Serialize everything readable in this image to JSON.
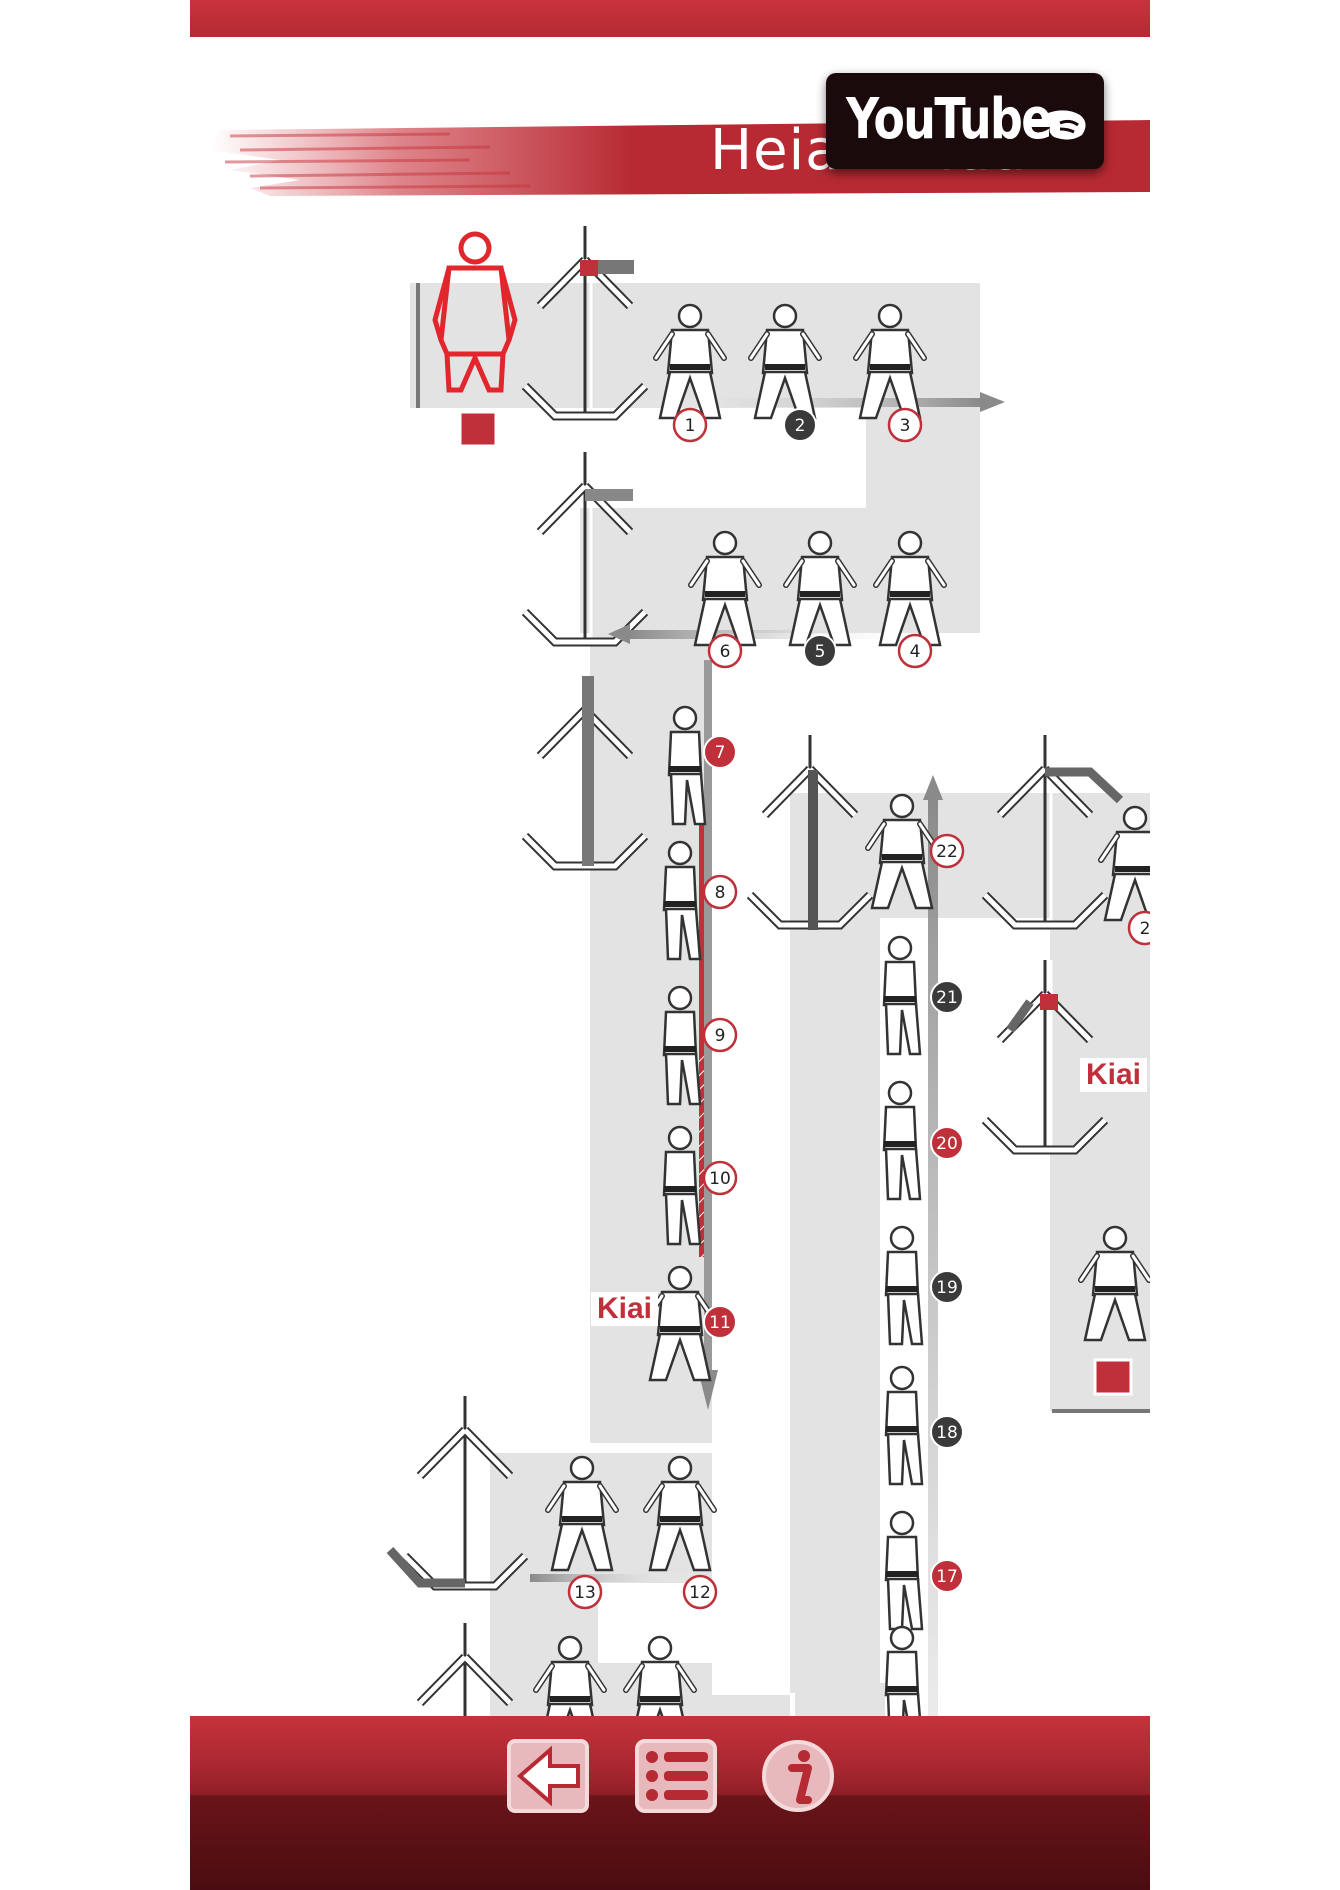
{
  "title": "Heian Nidan",
  "youtube": {
    "label": "YouTube"
  },
  "kiai_labels": [
    "Kiai",
    "Kiai"
  ],
  "steps": [
    "1",
    "2",
    "3",
    "4",
    "5",
    "6",
    "7",
    "8",
    "9",
    "10",
    "11",
    "12",
    "13",
    "17",
    "18",
    "19",
    "20",
    "21",
    "22",
    "2"
  ],
  "colors": {
    "accent": "#c0303a",
    "dark_marker": "#3a3a3a",
    "path_gray": "#e3e3e3"
  },
  "nav": {
    "back_icon": "arrow-left-icon",
    "list_icon": "list-icon",
    "info_icon": "info-icon"
  }
}
